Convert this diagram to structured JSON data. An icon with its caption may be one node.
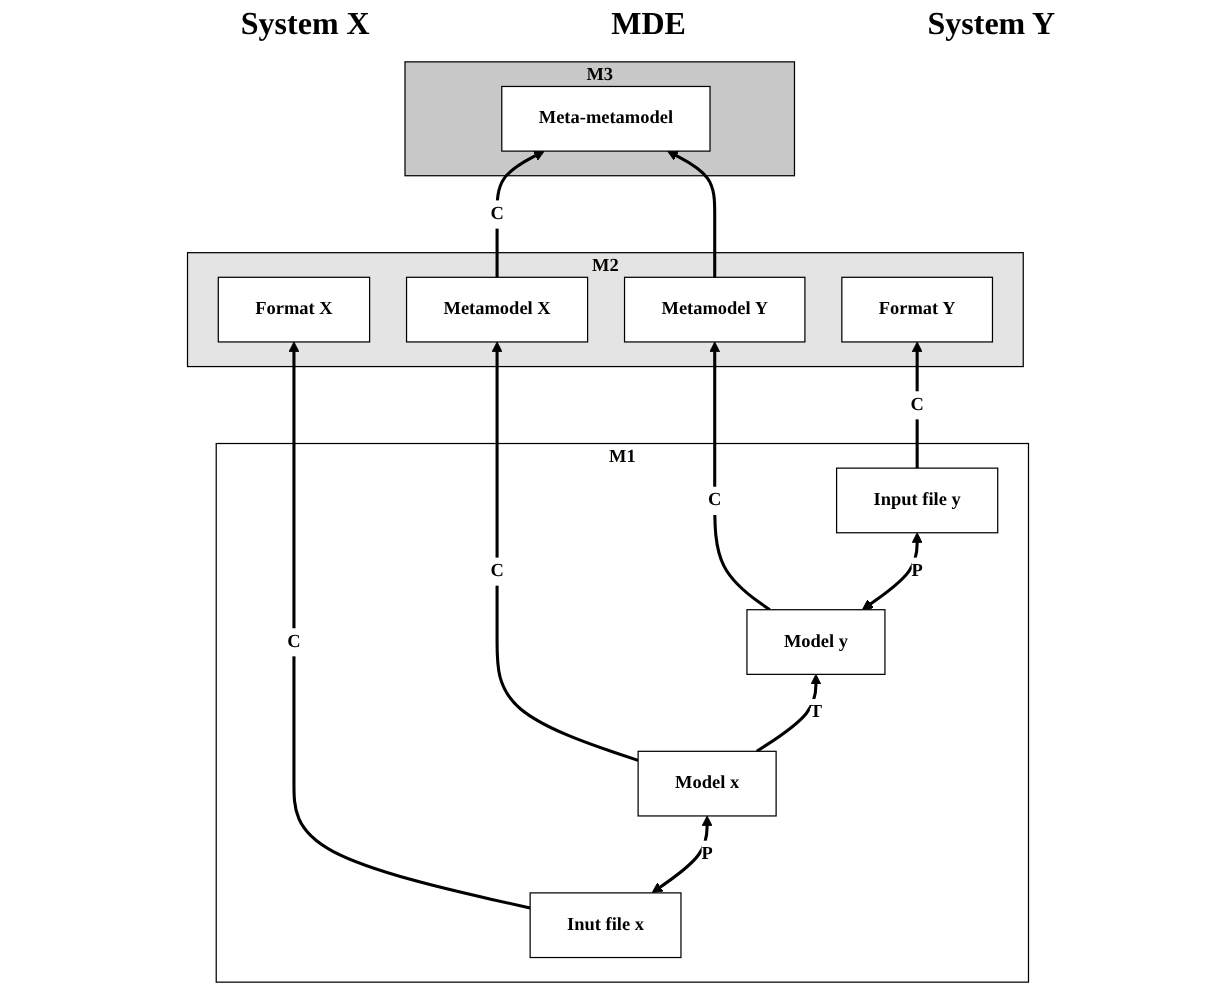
{
  "diagram": {
    "nodes": [
      {
        "text": [
          "M3"
        ]
      },
      {
        "text": [
          "Meta-metamodel"
        ],
        "in": 0
      },
      {
        "text": [
          "M2"
        ]
      },
      {
        "text": [
          "Format X"
        ],
        "in": 2
      },
      {
        "text": [
          "Metamodel X"
        ],
        "in": 2
      },
      {
        "text": [
          "Metamodel Y"
        ],
        "in": 2
      },
      {
        "text": [
          "Format Y"
        ],
        "in": 2
      },
      {
        "text": [
          "M1"
        ]
      },
      {
        "text": [
          "Inut file x"
        ],
        "in": 7
      },
      {
        "text": [
          "Model x"
        ],
        "in": 7
      },
      {
        "text": [
          "Model y"
        ],
        "in": 7
      },
      {
        "text": [
          "Input file y"
        ],
        "in": 7
      }
    ],
    "edges": [
      {
        "from": 4,
        "to": 1,
        "arrow": "to",
        "label": "C"
      },
      {
        "from": 5,
        "to": 1,
        "arrow": "to"
      },
      {
        "from": 8,
        "to": 3,
        "arrow": "to",
        "label": "C"
      },
      {
        "from": 9,
        "to": 4,
        "arrow": "to",
        "label": "C"
      },
      {
        "from": 10,
        "to": 5,
        "arrow": "to",
        "label": "C"
      },
      {
        "from": 11,
        "to": 6,
        "arrow": "to",
        "label": "C"
      },
      {
        "from": 8,
        "to": 9,
        "arrow": "both",
        "label": "P"
      },
      {
        "from": 9,
        "to": 10,
        "arrow": "to",
        "label": "T"
      },
      {
        "from": 10,
        "to": 11,
        "arrow": "both",
        "label": "P"
      }
    ],
    "labels": [
      "System X",
      "MDE",
      "System Y"
    ]
  }
}
